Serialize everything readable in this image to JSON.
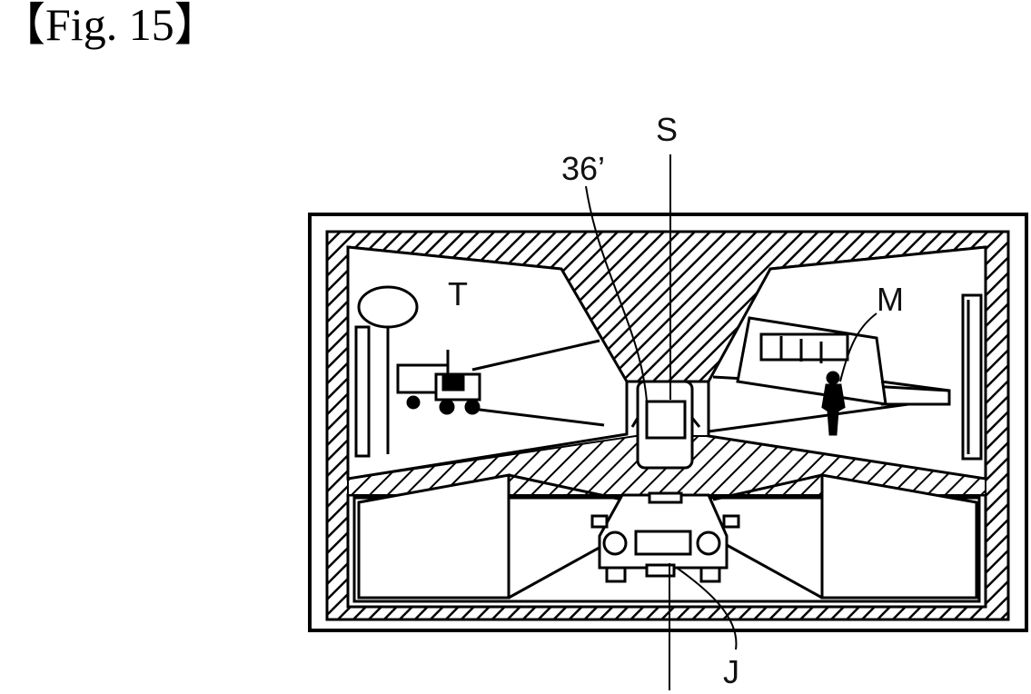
{
  "figure": {
    "title": "【Fig. 15】",
    "labels": {
      "s": "S",
      "ref36": "36’",
      "t": "T",
      "m": "M",
      "j": "J"
    }
  }
}
